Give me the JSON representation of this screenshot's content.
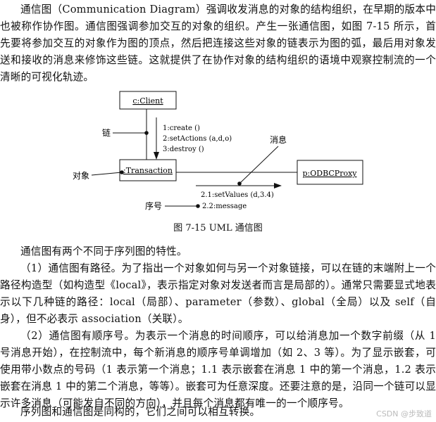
{
  "intro_paragraph": "通信图（Communication Diagram）强调收发消息的对象的结构组织，在早期的版本中也被称作协作图。通信图强调参加交互的对象的组织。产生一张通信图，如图 7-15 所示，首先要将参加交互的对象作为图的顶点，然后把连接这些对象的链表示为图的弧，最后用对象发送和接收的消息来修饰这些链。这就提供了在协作对象的结构组织的语境中观察控制流的一个清晰的可视化轨迹。",
  "diagram": {
    "objects": {
      "client": "c:Client",
      "transaction": ":Transaction",
      "odbc": "p:ODBCProxy"
    },
    "labels": {
      "link": "链",
      "message": "消息",
      "object": "对象",
      "sequence": "序号"
    },
    "messages_client": [
      "1:create ()",
      "2:setActions (a,d,o)",
      "3:destroy ()"
    ],
    "messages_odbc": [
      "2.1:setValues (d,3.4)",
      "2.2:message"
    ]
  },
  "caption": "图 7-15    UML 通信图",
  "paragraphs": [
    "通信图有两个不同于序列图的特性。",
    "（1）通信图有路径。为了指出一个对象如何与另一个对象链接，可以在链的末端附上一个路径构造型（如构造型《local》，表示指定对象对发送者而言是局部的）。通常只需要显式地表示以下几种链的路径：local（局部）、parameter（参数）、global（全局）以及 self（自身），但不必表示 association（关联）。",
    "（2）通信图有顺序号。为表示一个消息的时间顺序，可以给消息加一个数字前缀（从 1 号消息开始），在控制流中，每个新消息的顺序号单调增加（如 2、3 等）。为了显示嵌套，可使用带小数点的号码（1 表示第一个消息；1.1 表示嵌套在消息 1 中的第一个消息，1.2 表示嵌套在消息 1 中的第二个消息，等等）。嵌套可为任意深度。还要注意的是，沿同一个链可以显示许多消息（可能发自不同的方向），并且每个消息都有唯一的一个顺序号。",
    "序列图和通信图是同构的，它们之间可以相互转换。"
  ],
  "watermark": "CSDN @步致道"
}
